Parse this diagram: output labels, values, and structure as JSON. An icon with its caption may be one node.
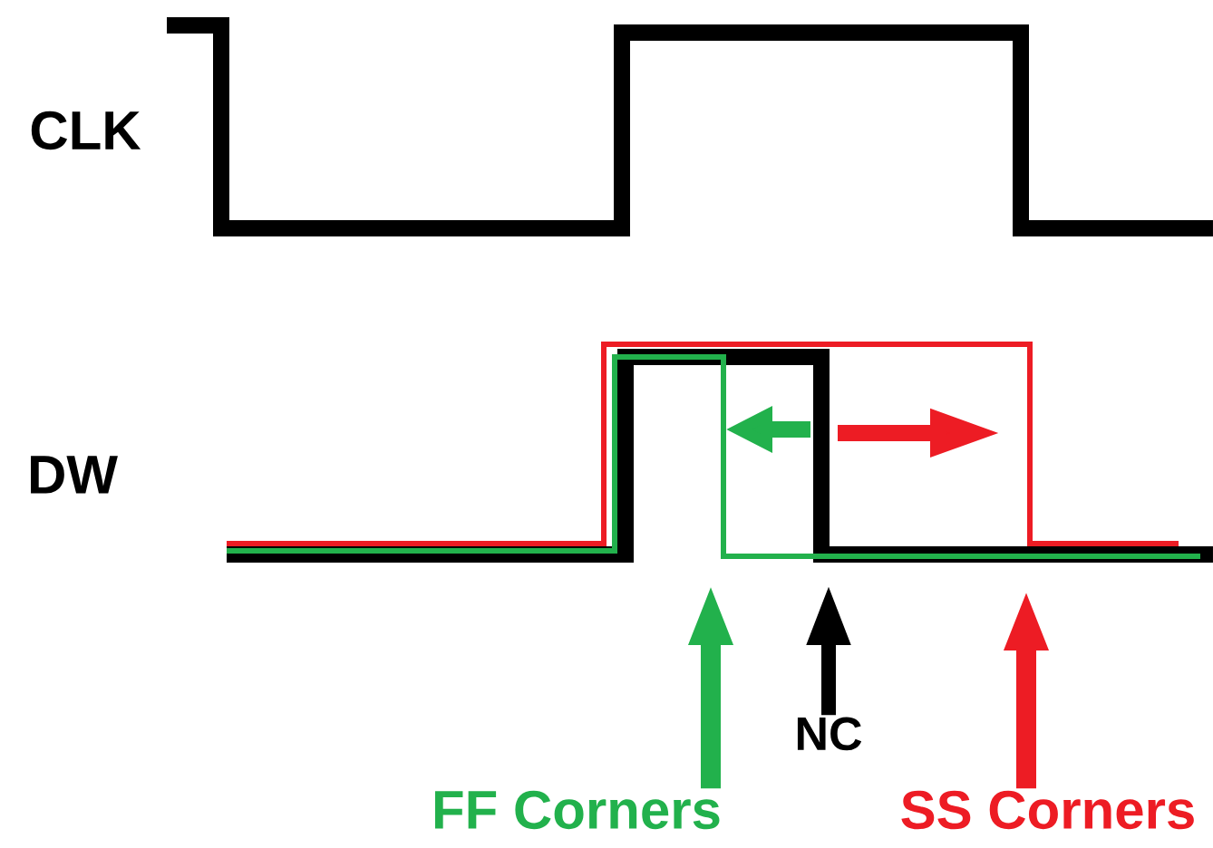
{
  "diagram": {
    "nodes": [
      {
        "text": [
          "FF Corners"
        ]
      },
      {
        "text": [
          "NC"
        ]
      },
      {
        "text": [
          "SS Corners"
        ]
      }
    ],
    "edges": [
      {
        "from": 0,
        "to": null,
        "arrow": "to",
        "color": "#22b14c"
      },
      {
        "from": 1,
        "to": null,
        "arrow": "to",
        "color": "#000000"
      },
      {
        "from": 2,
        "to": null,
        "arrow": "to",
        "color": "#ed1c24"
      }
    ],
    "labels": [
      "CLK",
      "DW"
    ]
  }
}
